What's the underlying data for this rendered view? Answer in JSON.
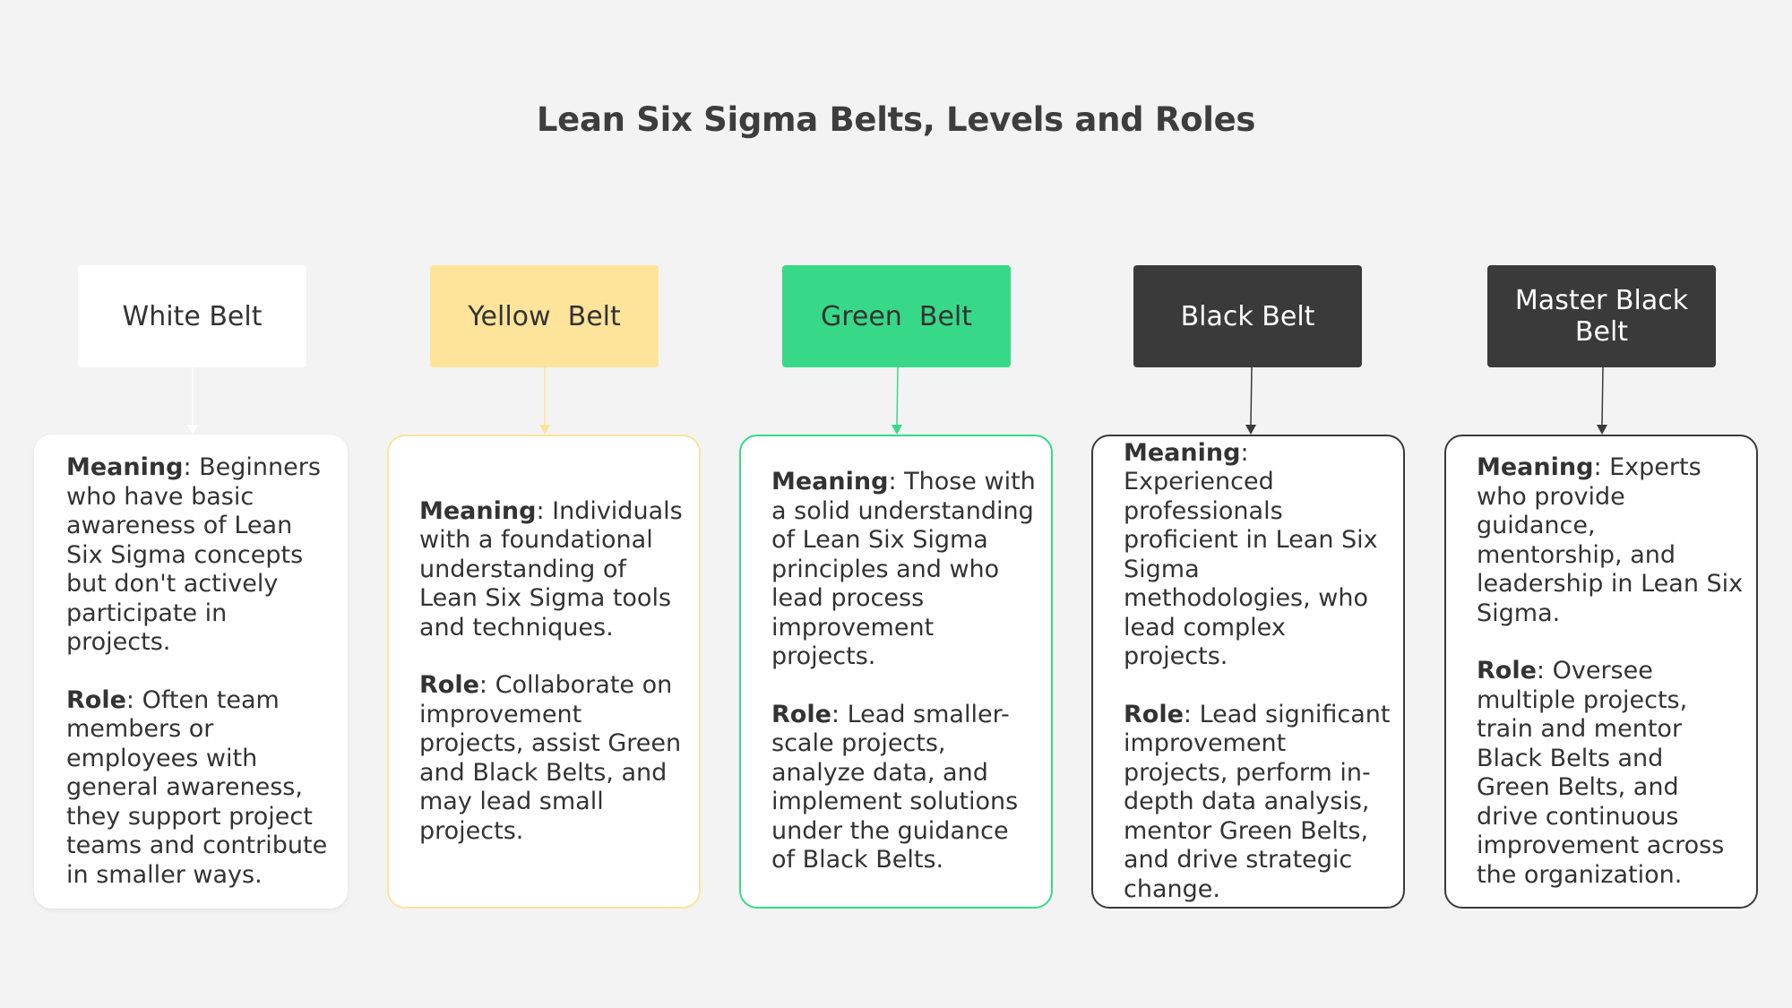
{
  "title": "Lean Six Sigma Belts, Levels and Roles",
  "labels": {
    "meaning": "Meaning",
    "role": "Role"
  },
  "colors": {
    "white_belt": "#ffffff",
    "yellow_belt": "#fde49a",
    "green_belt": "#37d988",
    "black_belt": "#3a3a3a",
    "background": "#f3f3f3"
  },
  "belts": [
    {
      "name": "White Belt",
      "meaning": ": Beginners who have basic awareness of Lean Six Sigma concepts but don't actively participate in projects.",
      "role": ": Often team members or employees with general awareness, they support project teams and contribute in smaller ways."
    },
    {
      "name": "Yellow  Belt",
      "meaning": ": Individuals with a foundational understanding of Lean Six Sigma tools and techniques.",
      "role": ": Collaborate on improvement projects, assist Green and Black Belts, and may lead small projects."
    },
    {
      "name": "Green  Belt",
      "meaning": ": Those with a solid understanding of Lean Six Sigma principles and who lead process improvement projects.",
      "role": ": Lead smaller-scale projects, analyze data, and implement solutions under the guidance of Black Belts."
    },
    {
      "name": "Black Belt",
      "meaning": ": Experienced professionals proficient in Lean Six Sigma methodologies, who lead complex projects.",
      "role": ": Lead significant improvement projects, perform in-depth data analysis, mentor Green Belts, and drive strategic change."
    },
    {
      "name": "Master Black Belt",
      "meaning": ": Experts who provide guidance, mentorship, and leadership in Lean Six Sigma.",
      "role": ": Oversee multiple projects, train and mentor Black Belts and Green Belts, and drive continuous improvement across the organization."
    }
  ]
}
